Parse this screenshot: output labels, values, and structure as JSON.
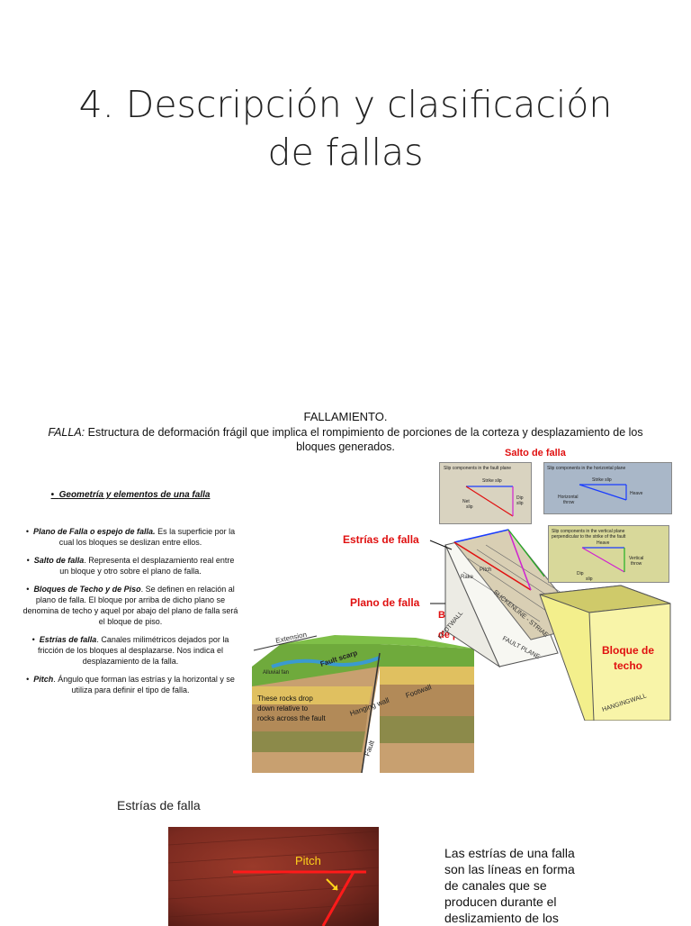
{
  "slide": {
    "title_line1": "4. Descripción y clasificación",
    "title_line2": "de fallas"
  },
  "fallamiento": {
    "heading": "FALLAMIENTO.",
    "falla_term": "FALLA:",
    "falla_def": "Estructura de deformación frágil que implica el rompimiento de porciones de la corteza y desplazamiento de los bloques generados.",
    "geometry_heading": "Geometría y elementos de una falla",
    "items": [
      {
        "term": "Plano de Falla o espejo de falla.",
        "desc": "Es la superficie por la cual los bloques se deslizan entre ellos."
      },
      {
        "term": "Salto de falla",
        "desc": ". Representa el desplazamiento real entre un bloque y otro sobre el plano de falla."
      },
      {
        "term": "Bloques de Techo y de Piso",
        "desc": ". Se definen en relación al plano de falla. El bloque por arriba de dicho plano se denomina de techo y aquel por abajo del plano de falla será el bloque de piso."
      },
      {
        "term": "Estrías de falla",
        "desc": ". Canales milimétricos dejados por la fricción de los bloques al desplazarse. Nos indica el desplazamiento de la falla."
      },
      {
        "term": "Pitch",
        "desc": ". Ángulo que forman las estrías y la horizontal y se utiliza para definir el tipo de falla."
      }
    ]
  },
  "block_diagram": {
    "extension": "Extension",
    "alluvial_fan": "Alluvial fan",
    "fault_scarp": "Fault scarp",
    "rocks_text": "These rocks drop down relative to rocks across the fault",
    "hanging_wall": "Hanging wall",
    "footwall": "Footwall",
    "fault": "Fault"
  },
  "fault_diagram": {
    "salto_label": "Salto de falla",
    "estrias_label": "Estrías de falla",
    "plano_label": "Plano de falla",
    "bloque_piso_1": "Bloque",
    "bloque_piso_2": "de piso",
    "bloque_techo_1": "Bloque de",
    "bloque_techo_2": "techo",
    "footwall": "FOOTWALL",
    "hangingwall": "HANGINGWALL",
    "fault_plane": "FAULT PLANE",
    "slickenline": "SLICKENLINE - STRIAE",
    "pitch": "Pitch",
    "rake": "Rake",
    "panel1_title": "Slip components in the fault plane",
    "panel1_strike": "Strike slip",
    "panel1_net_1": "Net",
    "panel1_net_2": "slip",
    "panel1_dip_1": "Dip",
    "panel1_dip_2": "slip",
    "panel2_title": "Slip components in the horizontal plane",
    "panel2_strike": "Strike slip",
    "panel2_horiz_1": "Horizontal",
    "panel2_horiz_2": "throw",
    "panel2_heave": "Heave",
    "panel3_title_1": "Slip components in the vertical plane",
    "panel3_title_2": "perpendicular to the strike of the fault",
    "panel3_heave": "Heave",
    "panel3_vert_1": "Vertical",
    "panel3_vert_2": "throw",
    "panel3_dip_1": "Dip",
    "panel3_dip_2": "slip"
  },
  "estrias_section": {
    "subtitle": "Estrías de falla",
    "pitch_label": "Pitch",
    "description": "Las estrías de una falla son las líneas en forma de canales que se producen durante el deslizamiento de los"
  },
  "colors": {
    "red_label": "#e01010",
    "pitch_yellow": "#ffd21a",
    "block_yellow": "#f3ef8c",
    "panel_tan": "#d9d3c0",
    "panel_blue": "#a9b7c8",
    "panel_olive": "#d8d89a",
    "rock_red": "#7b2a20"
  }
}
